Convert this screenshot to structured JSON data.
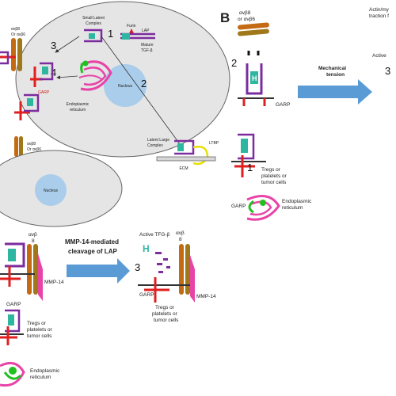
{
  "panel_b_label": "B",
  "panel_a": {
    "nums": [
      "1",
      "2",
      "3",
      "4"
    ],
    "small_latent_complex": [
      "Small Latent",
      "Complex"
    ],
    "furin": "Furin",
    "lap": "LAP",
    "mature_tgf": [
      "Mature",
      "TGF-β"
    ],
    "integrin_top": [
      "αvβ8",
      "Or αvβ6"
    ],
    "integrin_mid": [
      "αvβ8",
      "Or αvβ6"
    ],
    "garp": "GARP",
    "nucleus_top": "Nucleus",
    "nucleus_bottom": "Nucleus",
    "er": [
      "Endoplasmic",
      "reticulum"
    ],
    "latent_large_complex": [
      "Latent Large",
      "Complex"
    ],
    "ltbp": "LTBP",
    "ecm": "ECM"
  },
  "panel_b": {
    "nums": [
      "2",
      "1",
      "3"
    ],
    "integrin": [
      "αvβ8",
      "or αvβ6"
    ],
    "mechanical_tension": [
      "Mechanical",
      "tension"
    ],
    "actin": [
      "Actin/my",
      "traction f"
    ],
    "active": "Active",
    "garp": "GARP",
    "tregs": [
      "Tregs or",
      "platelets or",
      "tumor cells"
    ],
    "garp2": "GARP",
    "er": [
      "Endoplasmic",
      "reticulum"
    ]
  },
  "panel_c": {
    "integrin_label": [
      "αvβ",
      "8"
    ],
    "mmp14_arrow": [
      "MMP-14-mediated",
      "cleavage of LAP"
    ],
    "mmp14_left": "MMP-14",
    "garp_left": "GARP",
    "tregs_left": [
      "Tregs or",
      "platelets or",
      "tumor cells"
    ],
    "er": [
      "Endoplasmic",
      "reticulum"
    ],
    "active_tgf": "Active TFG-β",
    "num3": "3",
    "integrin_right": [
      "αvβ",
      "8"
    ],
    "garp_right": "GARP",
    "mmp14_right": "MMP-14",
    "tregs_right": [
      "Tregs or",
      "platelets or",
      "tumor cells"
    ]
  }
}
